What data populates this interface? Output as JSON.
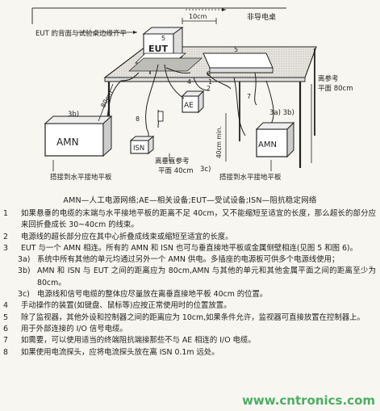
{
  "diagram": {
    "label_eut_rear": "EUT 的背面与试验桌边缘齐平",
    "label_nonconductive_table": "非导电桌",
    "label_10cm": "10cm",
    "label_eut": "EUT",
    "label_ae": "AE",
    "label_amn_left": "AMN",
    "label_amn_right": "AMN",
    "label_isn": "ISN",
    "label_80cm": "80cm",
    "label_40cm_min": "40cm min.",
    "label_height_ref_1": "离参考",
    "label_height_ref_2": "平面 80cm",
    "label_vert_ref_1": "离垂直参考",
    "label_vert_ref_2": "平面 40cm",
    "label_gnd_left": "搭接到水平接地平板",
    "label_gnd_right": "搭接到水平接地平板",
    "label_3b": "3b)",
    "label_3a3b": "3a) 3b)",
    "label_3c": "3c)",
    "num_1": "1",
    "num_2": "2",
    "num_4": "4",
    "num_5a": "5",
    "num_5b": "5",
    "num_6": "6",
    "num_7": "7",
    "num_8": "8"
  },
  "legend": "AMN—人工电源网络;AE—相关设备;EUT—受试设备;ISN—阻抗稳定网络",
  "notes": [
    {
      "num": "1",
      "text": "如果悬垂的电缆的末端与水平接地平板的距离不足 40cm，又不能缩短至适宜的长度，那么超长的部分应来回折叠成长 30~40cm 的线束。"
    },
    {
      "num": "2",
      "text": "电源线的超长部分应在其中心折叠成线束或缩短至适宜的长度。"
    },
    {
      "num": "3",
      "text": "EUT 与一个 AMN 相连。所有的 AMN 和 ISN 也可与垂直接地平板或金属侧壁相连(见图 5 和图 6)。"
    },
    {
      "num": "3a)",
      "text": "系统中所有其他的单元均通过另外一个 AMN 供电。多插座的电源板可供多个电源线使用；",
      "sub": true
    },
    {
      "num": "3b)",
      "text": "AMN 和 ISN 与 EUT 之间的距离应为 80cm,AMN 与其他的单元和其他金属平面之间的距离至少为 80cm。",
      "sub": true
    },
    {
      "num": "3c)",
      "text": "电源线和信号电缆的整体应尽量放在离垂直接地平板 40cm 的位置。",
      "sub": true
    },
    {
      "num": "4",
      "text": "手动操作的装置(如键盘、鼠标等)应按正常使用时的位置放置。"
    },
    {
      "num": "5",
      "text": "除了监视器，其他外设和控制器之间的距离应为 10cm,如果条件允许，监视器可直接放置在控制器上。"
    },
    {
      "num": "6",
      "text": "用于外部连接的 I/O 信号电缆。"
    },
    {
      "num": "7",
      "text": "如需要，可以使用适当的终端阻抗端接那些不与 AE 相连的 I/O 电缆。"
    },
    {
      "num": "8",
      "text": "如果使用电流探头，应将电流探头放在离 ISN 0.1m 远处。"
    }
  ],
  "watermark": "www.cntronics.com"
}
